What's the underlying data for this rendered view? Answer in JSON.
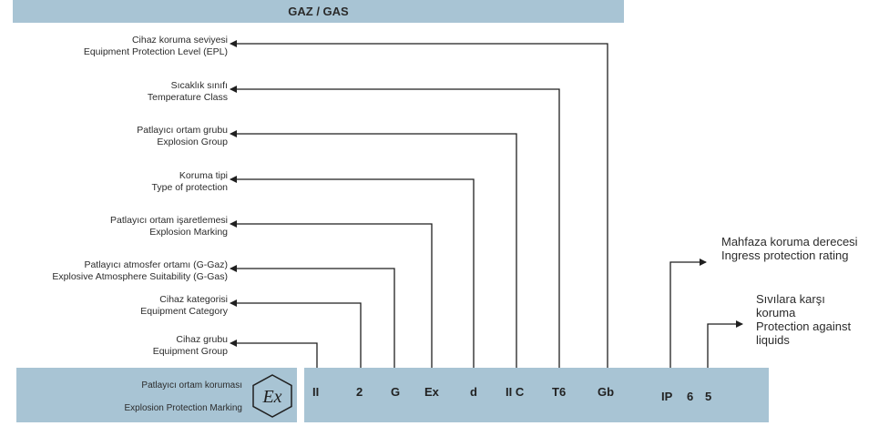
{
  "header": {
    "title": "GAZ / GAS"
  },
  "labels": [
    {
      "tr": "Cihaz koruma seviyesi",
      "en": "Equipment Protection Level (EPL)"
    },
    {
      "tr": "Sıcaklık sınıfı",
      "en": "Temperature Class"
    },
    {
      "tr": "Patlayıcı ortam grubu",
      "en": "Explosion Group"
    },
    {
      "tr": "Koruma tipi",
      "en": "Type of protection"
    },
    {
      "tr": "Patlayıcı ortam işaretlemesi",
      "en": "Explosion Marking"
    },
    {
      "tr": "Patlayıcı atmosfer ortamı (G-Gaz)",
      "en": "Explosive Atmosphere Suitability (G-Gas)"
    },
    {
      "tr": "Cihaz kategorisi",
      "en": "Equipment Category"
    },
    {
      "tr": "Cihaz grubu",
      "en": "Equipment Group"
    }
  ],
  "right_labels": {
    "ingress": {
      "tr": "Mahfaza koruma derecesi",
      "en": "Ingress protection rating"
    },
    "liquids": {
      "line1": "Sıvılara karşı",
      "line2": "koruma",
      "line3": "Protection against",
      "line4": "liquids"
    }
  },
  "marking": {
    "tr": "Patlayıcı ortam koruması",
    "en": "Explosion Protection Marking",
    "symbol": "Ex"
  },
  "codes": {
    "group": "II",
    "category": "2",
    "atmosphere": "G",
    "ex": "Ex",
    "protection": "d",
    "explosion_group": "II C",
    "temperature": "T6",
    "epl": "Gb",
    "ip": "IP",
    "ip_solid": "6",
    "ip_liquid": "5"
  },
  "colors": {
    "panel": "#a8c4d4",
    "line": "#1f1f1f"
  }
}
